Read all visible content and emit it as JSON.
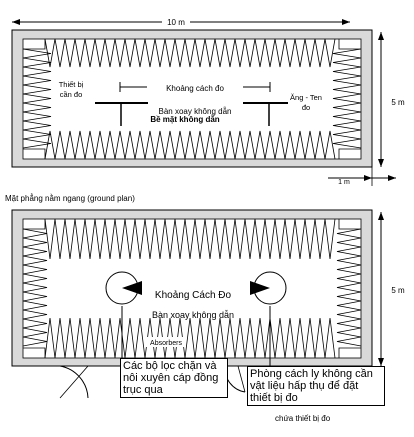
{
  "top_view": {
    "dim_width": "10 m",
    "dim_height": "5 m",
    "dim_offset": "1 m",
    "label_device": "Thiết bị cần đo",
    "label_distance": "Khoảng cách đo",
    "label_turntable": "Bàn xoay không dẫn",
    "label_floor": "Bề mặt không dẫn",
    "label_antenna": "Ăng - Ten đo"
  },
  "caption": "Mặt phẳng nằm ngang (ground plan)",
  "bottom_view": {
    "dim_height": "5 m",
    "label_distance": "Khoảng Cách Đo",
    "label_turntable": "Bàn xoay không dẫn",
    "label_absorbers": "Absorbers",
    "callout_left": "Các bộ lọc chặn và nôi xuyên cáp đồng trục qua",
    "callout_right": "Phòng cách ly không cần vật liệu hấp thụ để đặt thiết bị đo",
    "label_room_bottom": "chứa thiết bị đo"
  },
  "colors": {
    "stroke": "#000000",
    "wall_fill": "#d9d9d9",
    "background": "#ffffff"
  }
}
